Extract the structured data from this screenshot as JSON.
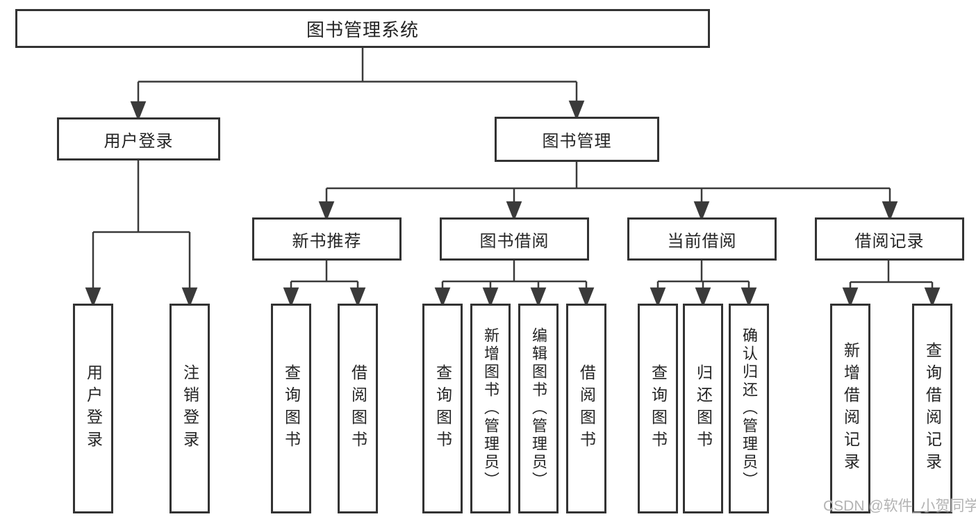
{
  "tree": {
    "label": "图书管理系统",
    "children": [
      {
        "label": "用户登录",
        "children": [
          {
            "label": "用户登录"
          },
          {
            "label": "注销登录"
          }
        ]
      },
      {
        "label": "图书管理",
        "children": [
          {
            "label": "新书推荐",
            "children": [
              {
                "label": "查询图书"
              },
              {
                "label": "借阅图书"
              }
            ]
          },
          {
            "label": "图书借阅",
            "children": [
              {
                "label": "查询图书"
              },
              {
                "label": "新增图书（管理员）"
              },
              {
                "label": "编辑图书（管理员）"
              },
              {
                "label": "借阅图书"
              }
            ]
          },
          {
            "label": "当前借阅",
            "children": [
              {
                "label": "查询图书"
              },
              {
                "label": "归还图书"
              },
              {
                "label": "确认归还（管理员）"
              }
            ]
          },
          {
            "label": "借阅记录",
            "children": [
              {
                "label": "新增借阅记录"
              },
              {
                "label": "查询借阅记录"
              }
            ]
          }
        ]
      }
    ]
  },
  "watermark": {
    "text": "CSDN @软件_小贺同学"
  },
  "colors": {
    "line": "#3a3a3a",
    "box_border": "#333333",
    "text": "#242424",
    "watermark": "#b3b3b3"
  }
}
